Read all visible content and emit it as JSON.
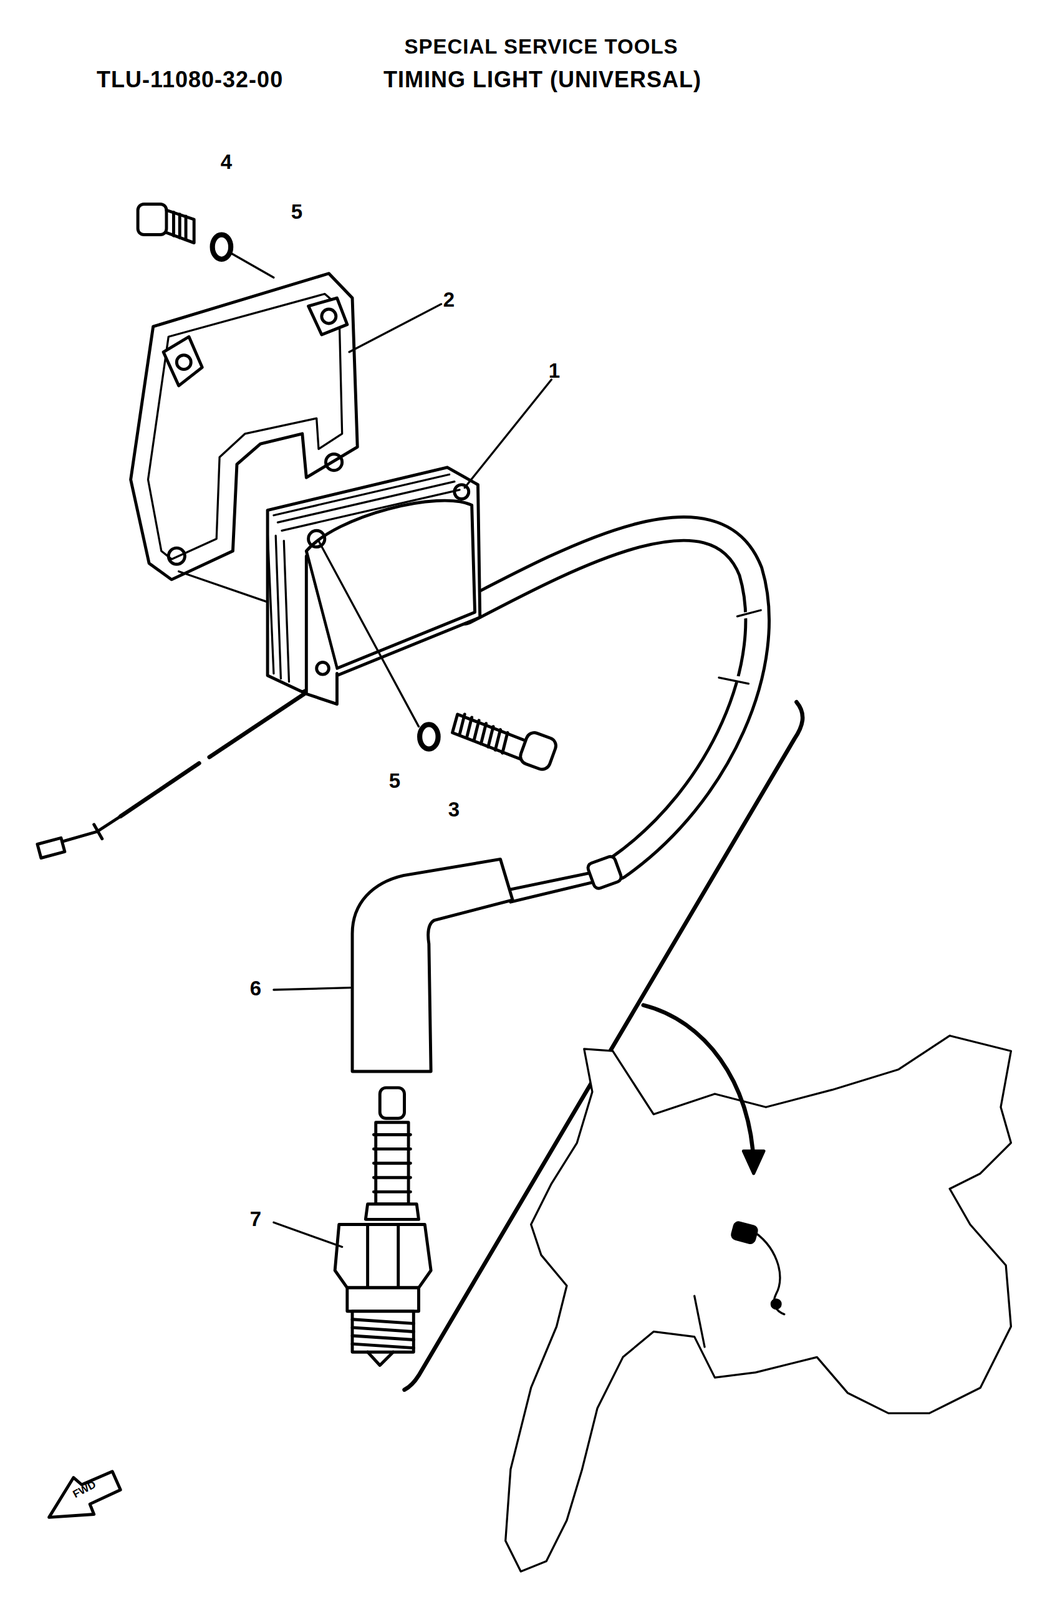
{
  "diagram": {
    "title": "SPECIAL SERVICE TOOLS",
    "labels": [
      "TLU-11080-32-00",
      "TIMING LIGHT (UNIVERSAL)",
      "4",
      "5",
      "2",
      "1",
      "5",
      "3",
      "6",
      "7",
      "FWD"
    ]
  }
}
